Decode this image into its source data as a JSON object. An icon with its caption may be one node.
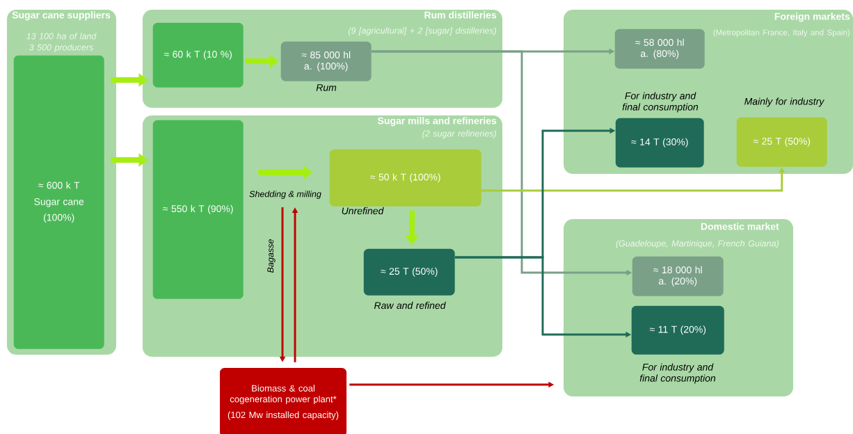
{
  "diagram": {
    "nodes": [
      {
        "text": [
          "Sugar cane suppliers",
          "13 100 ha of land 3 500 producers"
        ]
      },
      {
        "text": [
          "≈ 600 k T",
          "Sugar cane",
          "(100%)"
        ],
        "in": 0
      },
      {
        "text": [
          "Rum distilleries",
          "(9 [agricultural] + 2 [sugar] distilleries)"
        ]
      },
      {
        "text": [
          "≈ 60 k T (10 %)"
        ],
        "in": 2
      },
      {
        "text": [
          "≈ 85 000 hl a. (100%)"
        ],
        "in": 2,
        "beside": [
          "Rum"
        ]
      },
      {
        "text": [
          "Sugar mills and refineries",
          "(2 sugar refineries)"
        ]
      },
      {
        "text": [
          "≈ 550 k T (90%)"
        ],
        "in": 5
      },
      {
        "text": [
          "≈ 50 k T (100%)"
        ],
        "in": 5,
        "beside": [
          "Unrefined"
        ]
      },
      {
        "text": [
          "≈ 25 T (50%)"
        ],
        "in": 5,
        "beside": [
          "Raw and refined"
        ]
      },
      {
        "text": [
          "Foreign markets",
          "(Metropolitan France, Italy and Spain)"
        ]
      },
      {
        "text": [
          "≈ 58 000 hl a. (80%)"
        ],
        "in": 9
      },
      {
        "text": [
          "≈ 14 T (30%)"
        ],
        "in": 9,
        "beside": [
          "For industry and final consumption"
        ]
      },
      {
        "text": [
          "≈ 25 T (50%)"
        ],
        "in": 9,
        "beside": [
          "Mainly for industry"
        ]
      },
      {
        "text": [
          "Domestic market",
          "(Guadeloupe, Martinique, French Guiana)"
        ]
      },
      {
        "text": [
          "≈ 18 000 hl a. (20%)"
        ],
        "in": 13
      },
      {
        "text": [
          "≈ 11 T (20%)"
        ],
        "in": 13,
        "beside": [
          "For industry and final consumption"
        ]
      },
      {
        "text": [
          "Biomass & coal cogeneration power plant*",
          "(102 Mw installed capacity)"
        ]
      }
    ],
    "edges": [
      {
        "from": 1,
        "to": 3,
        "arrow": "to",
        "style": "thick",
        "color": "#a6ee12"
      },
      {
        "from": 1,
        "to": 6,
        "arrow": "to",
        "style": "thick",
        "color": "#a6ee12"
      },
      {
        "from": 3,
        "to": 4,
        "arrow": "to",
        "style": "thick",
        "color": "#a6ee12"
      },
      {
        "from": 6,
        "to": 7,
        "arrow": "to",
        "style": "thick",
        "color": "#a6ee12",
        "label": "Shedding & milling"
      },
      {
        "from": 7,
        "to": 8,
        "arrow": "to",
        "style": "thick",
        "color": "#a6ee12"
      },
      {
        "from": 4,
        "to": 10,
        "arrow": "to",
        "color": "#7aa088"
      },
      {
        "from": 4,
        "to": 14,
        "arrow": "to",
        "color": "#7aa088"
      },
      {
        "from": 7,
        "to": 12,
        "arrow": "to",
        "color": "#a8cc3a"
      },
      {
        "from": 8,
        "to": 11,
        "arrow": "to",
        "color": "#1f6b58"
      },
      {
        "from": 8,
        "to": 15,
        "arrow": "to",
        "color": "#1f6b58"
      },
      {
        "from": null,
        "to": 16,
        "arrow": "to",
        "color": "#c00000",
        "label": "Bagasse"
      },
      {
        "from": 16,
        "to": null,
        "arrow": "to",
        "color": "#c00000"
      },
      {
        "from": 16,
        "to": 13,
        "arrow": "to",
        "color": "#c00000"
      }
    ]
  }
}
